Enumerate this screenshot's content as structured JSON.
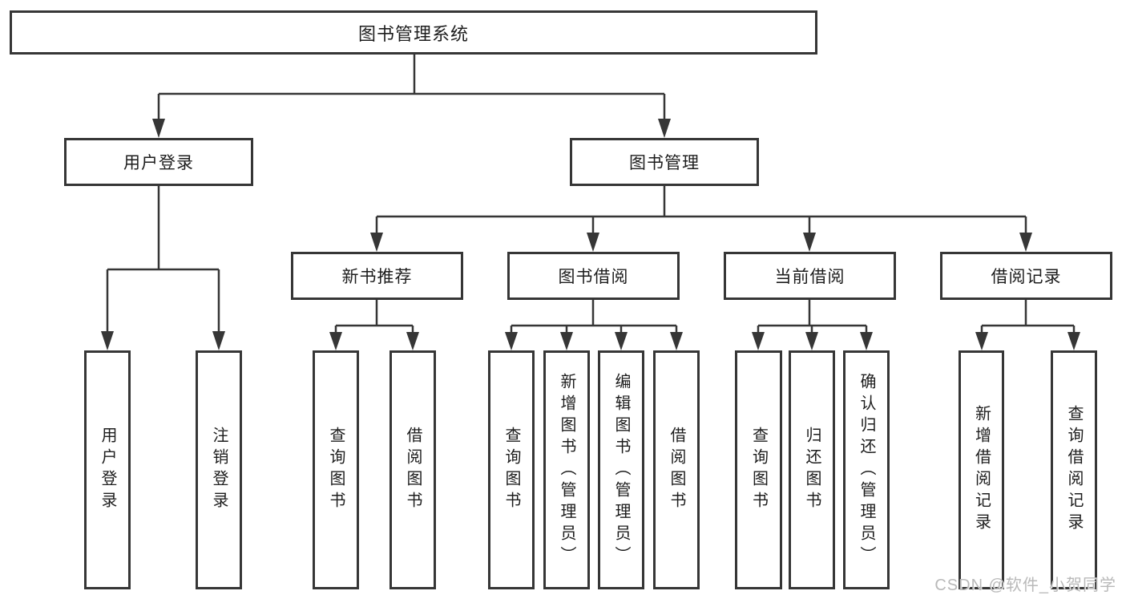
{
  "root": {
    "label": "图书管理系统"
  },
  "branches": [
    {
      "label": "用户登录",
      "children": [
        {
          "label": "用户登录"
        },
        {
          "label": "注销登录"
        }
      ]
    },
    {
      "label": "图书管理",
      "children": [
        {
          "label": "新书推荐",
          "children": [
            {
              "label": "查询图书"
            },
            {
              "label": "借阅图书"
            }
          ]
        },
        {
          "label": "图书借阅",
          "children": [
            {
              "label": "查询图书"
            },
            {
              "label": "新增图书（管理员）"
            },
            {
              "label": "编辑图书（管理员）"
            },
            {
              "label": "借阅图书"
            }
          ]
        },
        {
          "label": "当前借阅",
          "children": [
            {
              "label": "查询图书"
            },
            {
              "label": "归还图书"
            },
            {
              "label": "确认归还（管理员）"
            }
          ]
        },
        {
          "label": "借阅记录",
          "children": [
            {
              "label": "新增借阅记录"
            },
            {
              "label": "查询借阅记录"
            }
          ]
        }
      ]
    }
  ],
  "watermark": {
    "text": "CSDN @软件_小贺同学"
  },
  "colors": {
    "line": "#363636",
    "text": "#1d1d1d",
    "watermark": "#b9b9b9"
  }
}
